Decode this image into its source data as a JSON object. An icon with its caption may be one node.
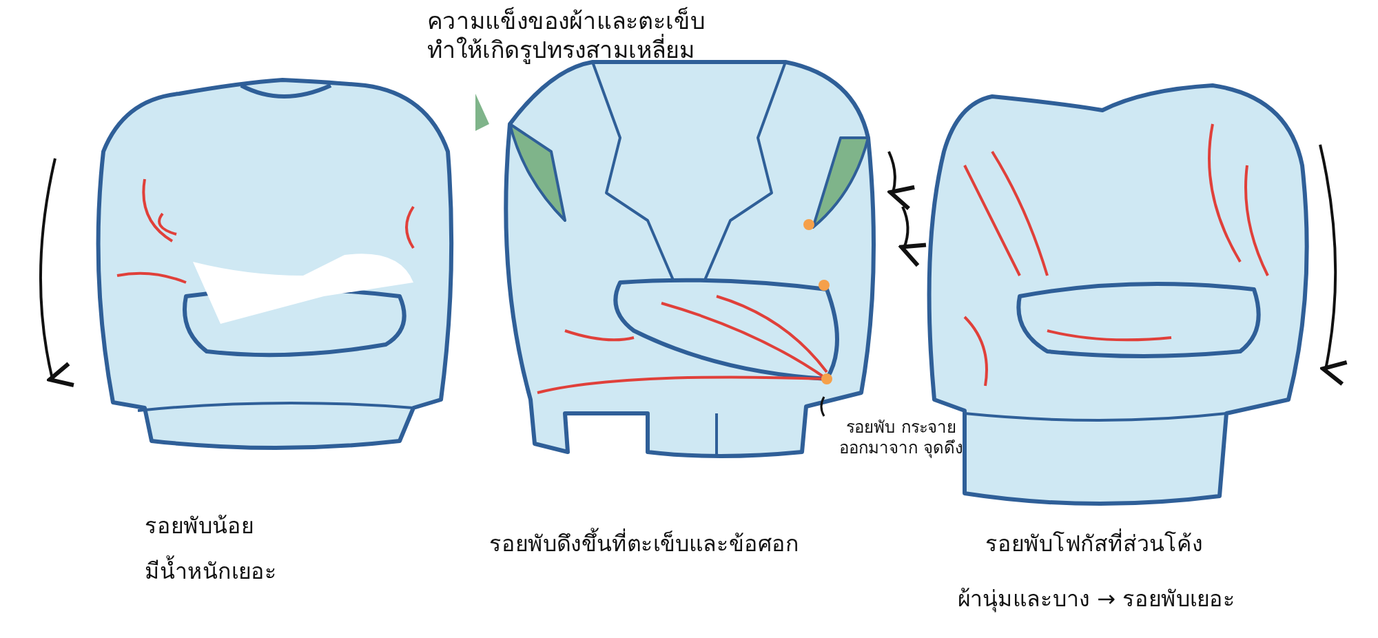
{
  "diagram": {
    "labels": [
      "ความแข็งของผ้าและตะเข็บ ทำให้เกิดรูปทรงสามเหลี่ยม",
      "รอยพับ กระจายออกมาจาก จุดดึง",
      "รอยพับน้อย",
      "มีน้ำหนักเยอะ",
      "รอยพับดึงขึ้นที่ตะเข็บและข้อศอก",
      "รอยพับโฟกัสที่ส่วนโค้ง",
      "ผ้านุ่มและบาง → รอยพับเยอะ"
    ]
  }
}
